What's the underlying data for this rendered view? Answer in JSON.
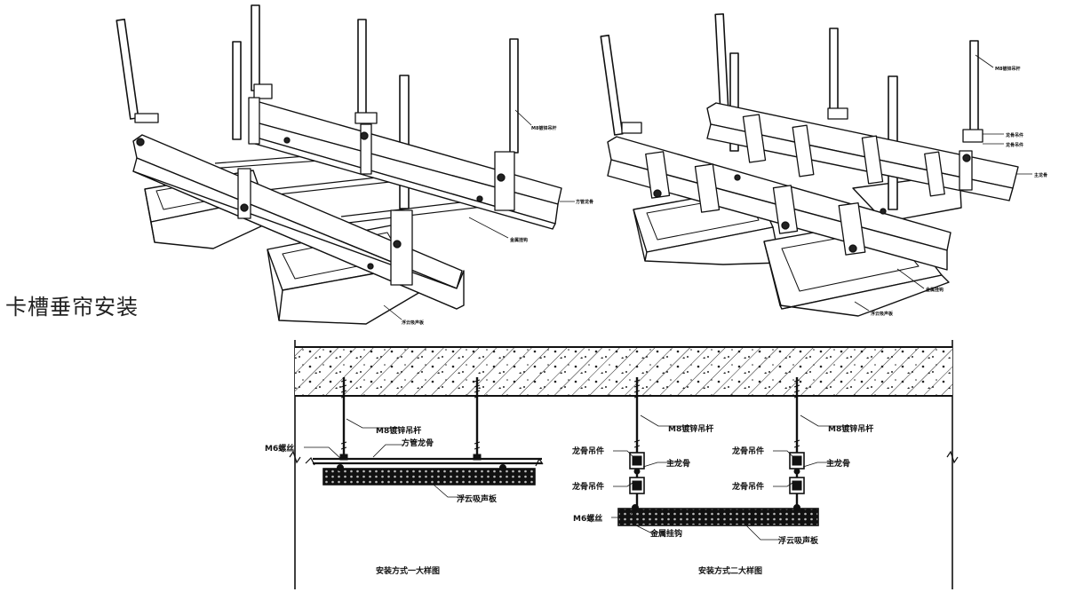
{
  "title": "卡槽垂帘安装",
  "iso_left": {
    "rod": "M8镀锌吊杆",
    "channel": "方管龙骨",
    "clip": "金属挂钩",
    "panel": "浮云吸声板"
  },
  "iso_right": {
    "rod": "M8镀锌吊杆",
    "hanger1": "龙骨吊件",
    "hanger2": "龙骨吊件",
    "main": "主龙骨",
    "clip": "金属挂钩",
    "panel": "浮云吸声板"
  },
  "section": {
    "left": {
      "rod": "M8镀锌吊杆",
      "screw": "M6螺丝",
      "channel": "方管龙骨",
      "panel": "浮云吸声板",
      "caption": "安装方式一大样图"
    },
    "mid": {
      "rod": "M8镀锌吊杆",
      "hanger_top": "龙骨吊件",
      "main": "主龙骨",
      "hanger_bottom": "龙骨吊件",
      "screw": "M6螺丝",
      "clip": "金属挂钩",
      "panel": "浮云吸声板",
      "caption": "安装方式二大样图"
    },
    "right": {
      "rod": "M8镀锌吊杆",
      "hanger_top": "龙骨吊件",
      "main": "主龙骨",
      "hanger_bottom": "龙骨吊件"
    }
  }
}
